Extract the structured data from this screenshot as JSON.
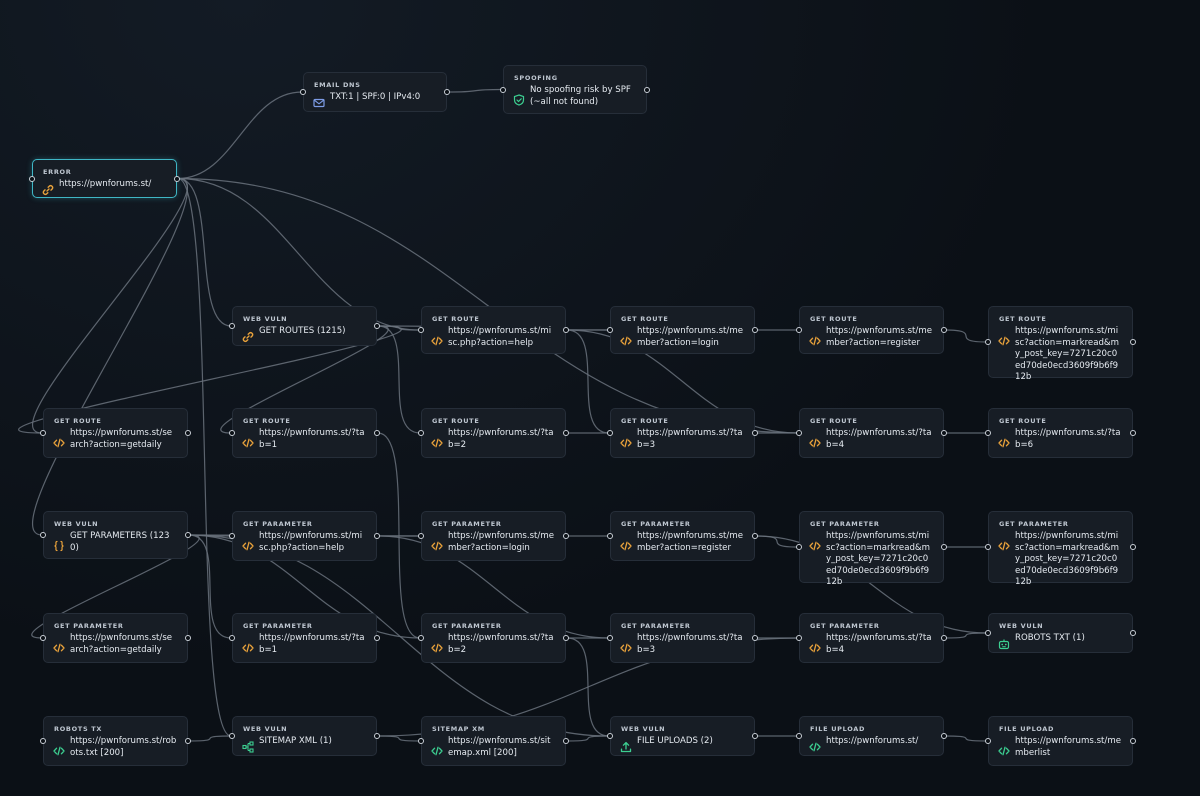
{
  "colors": {
    "background": "#0b1016",
    "node": "#171d25",
    "node_border": "#262e39",
    "highlight": "#3fb6c5",
    "edge": "#6a727c",
    "icon_code": "#e9a23b",
    "icon_green": "#3ccf91",
    "icon_link": "#3fc3a9",
    "icon_mail": "#7d9ce6"
  },
  "nodes": [
    {
      "id": "email-dns",
      "title": "EMAIL DNS",
      "label": "TXT:1 | SPF:0 | IPv4:0",
      "icon": "mail-icon"
    },
    {
      "id": "spoofing",
      "title": "SPOOFING",
      "label": "No spoofing risk by SPF (~all not found)",
      "icon": "shield-check-icon"
    },
    {
      "id": "error",
      "title": "ERROR",
      "label": "https://pwnforums.st/",
      "icon": "link-icon",
      "highlight": true
    },
    {
      "id": "webvuln-routes",
      "title": "WEB VULN",
      "label": "GET ROUTES (1215)",
      "icon": "link-icon"
    },
    {
      "id": "route-misc-help",
      "title": "GET ROUTE",
      "label": "https://pwnforums.st/misc.php?action=help",
      "icon": "code-icon"
    },
    {
      "id": "route-member-login",
      "title": "GET ROUTE",
      "label": "https://pwnforums.st/member?action=login",
      "icon": "code-icon"
    },
    {
      "id": "route-member-register",
      "title": "GET ROUTE",
      "label": "https://pwnforums.st/member?action=register",
      "icon": "code-icon"
    },
    {
      "id": "route-misc-markread",
      "title": "GET ROUTE",
      "label": "https://pwnforums.st/misc?action=markread&my_post_key=7271c20c0ed70de0ecd3609f9b6f912b",
      "icon": "code-icon"
    },
    {
      "id": "route-search",
      "title": "GET ROUTE",
      "label": "https://pwnforums.st/search?action=getdaily",
      "icon": "code-icon"
    },
    {
      "id": "route-tab1",
      "title": "GET ROUTE",
      "label": "https://pwnforums.st/?tab=1",
      "icon": "code-icon"
    },
    {
      "id": "route-tab2",
      "title": "GET ROUTE",
      "label": "https://pwnforums.st/?tab=2",
      "icon": "code-icon"
    },
    {
      "id": "route-tab3",
      "title": "GET ROUTE",
      "label": "https://pwnforums.st/?tab=3",
      "icon": "code-icon"
    },
    {
      "id": "route-tab4",
      "title": "GET ROUTE",
      "label": "https://pwnforums.st/?tab=4",
      "icon": "code-icon"
    },
    {
      "id": "route-tab6",
      "title": "GET ROUTE",
      "label": "https://pwnforums.st/?tab=6",
      "icon": "code-icon"
    },
    {
      "id": "webvuln-params",
      "title": "WEB VULN",
      "label": "GET PARAMETERS (1230)",
      "icon": "braces-icon"
    },
    {
      "id": "param-misc-help",
      "title": "GET PARAMETER",
      "label": "https://pwnforums.st/misc.php?action=help",
      "icon": "code-icon"
    },
    {
      "id": "param-member-login",
      "title": "GET PARAMETER",
      "label": "https://pwnforums.st/member?action=login",
      "icon": "code-icon"
    },
    {
      "id": "param-member-register",
      "title": "GET PARAMETER",
      "label": "https://pwnforums.st/member?action=register",
      "icon": "code-icon"
    },
    {
      "id": "param-misc-markread-a",
      "title": "GET PARAMETER",
      "label": "https://pwnforums.st/misc?action=markread&my_post_key=7271c20c0ed70de0ecd3609f9b6f912b",
      "icon": "code-icon"
    },
    {
      "id": "param-misc-markread-b",
      "title": "GET PARAMETER",
      "label": "https://pwnforums.st/misc?action=markread&my_post_key=7271c20c0ed70de0ecd3609f9b6f912b",
      "icon": "code-icon"
    },
    {
      "id": "param-search",
      "title": "GET PARAMETER",
      "label": "https://pwnforums.st/search?action=getdaily",
      "icon": "code-icon"
    },
    {
      "id": "param-tab1",
      "title": "GET PARAMETER",
      "label": "https://pwnforums.st/?tab=1",
      "icon": "code-icon"
    },
    {
      "id": "param-tab2",
      "title": "GET PARAMETER",
      "label": "https://pwnforums.st/?tab=2",
      "icon": "code-icon"
    },
    {
      "id": "param-tab3",
      "title": "GET PARAMETER",
      "label": "https://pwnforums.st/?tab=3",
      "icon": "code-icon"
    },
    {
      "id": "param-tab4",
      "title": "GET PARAMETER",
      "label": "https://pwnforums.st/?tab=4",
      "icon": "code-icon"
    },
    {
      "id": "webvuln-robots",
      "title": "WEB VULN",
      "label": "ROBOTS TXT (1)",
      "icon": "robot-icon"
    },
    {
      "id": "robots-tx",
      "title": "ROBOTS TX",
      "label": "https://pwnforums.st/robots.txt [200]",
      "icon": "code-green-icon"
    },
    {
      "id": "webvuln-sitemap",
      "title": "WEB VULN",
      "label": "SITEMAP XML (1)",
      "icon": "sitemap-icon"
    },
    {
      "id": "sitemap-xm",
      "title": "SITEMAP XM",
      "label": "https://pwnforums.st/sitemap.xml [200]",
      "icon": "code-green-icon"
    },
    {
      "id": "webvuln-uploads",
      "title": "WEB VULN",
      "label": "FILE UPLOADS (2)",
      "icon": "upload-icon"
    },
    {
      "id": "file-upload-root",
      "title": "FILE UPLOAD",
      "label": "https://pwnforums.st/",
      "icon": "code-green-icon"
    },
    {
      "id": "file-upload-memberlist",
      "title": "FILE UPLOAD",
      "label": "https://pwnforums.st/memberlist",
      "icon": "code-green-icon"
    }
  ],
  "edges": [
    [
      "error",
      "email-dns"
    ],
    [
      "email-dns",
      "spoofing"
    ],
    [
      "error",
      "webvuln-routes"
    ],
    [
      "error",
      "route-misc-help"
    ],
    [
      "error",
      "route-tab4"
    ],
    [
      "error",
      "route-search"
    ],
    [
      "error",
      "webvuln-params"
    ],
    [
      "error",
      "webvuln-sitemap"
    ],
    [
      "webvuln-routes",
      "route-misc-help"
    ],
    [
      "webvuln-routes",
      "route-member-login"
    ],
    [
      "webvuln-routes",
      "route-tab2"
    ],
    [
      "route-misc-help",
      "route-member-login"
    ],
    [
      "route-member-login",
      "route-member-register"
    ],
    [
      "route-member-register",
      "route-misc-markread"
    ],
    [
      "route-misc-help",
      "route-tab3"
    ],
    [
      "route-tab2",
      "route-tab3"
    ],
    [
      "route-tab3",
      "route-tab4"
    ],
    [
      "route-tab4",
      "route-tab6"
    ],
    [
      "route-misc-help",
      "route-tab4"
    ],
    [
      "webvuln-routes",
      "route-search"
    ],
    [
      "webvuln-routes",
      "route-tab1"
    ],
    [
      "webvuln-params",
      "param-misc-help"
    ],
    [
      "webvuln-params",
      "param-member-login"
    ],
    [
      "param-misc-help",
      "param-member-login"
    ],
    [
      "param-member-login",
      "param-member-register"
    ],
    [
      "param-member-register",
      "param-misc-markread-a"
    ],
    [
      "param-misc-markread-a",
      "param-misc-markread-b"
    ],
    [
      "webvuln-params",
      "param-search"
    ],
    [
      "webvuln-params",
      "param-tab1"
    ],
    [
      "webvuln-params",
      "param-tab2"
    ],
    [
      "param-misc-help",
      "param-tab3"
    ],
    [
      "param-tab2",
      "param-tab3"
    ],
    [
      "param-tab3",
      "param-tab4"
    ],
    [
      "param-tab4",
      "webvuln-robots"
    ],
    [
      "param-member-register",
      "webvuln-robots"
    ],
    [
      "robots-tx",
      "webvuln-sitemap"
    ],
    [
      "webvuln-sitemap",
      "sitemap-xm"
    ],
    [
      "webvuln-sitemap",
      "param-tab4"
    ],
    [
      "sitemap-xm",
      "webvuln-uploads"
    ],
    [
      "webvuln-uploads",
      "file-upload-root"
    ],
    [
      "file-upload-root",
      "file-upload-memberlist"
    ],
    [
      "param-tab2",
      "webvuln-uploads"
    ],
    [
      "route-tab1",
      "param-tab2"
    ],
    [
      "webvuln-params",
      "webvuln-uploads"
    ]
  ]
}
